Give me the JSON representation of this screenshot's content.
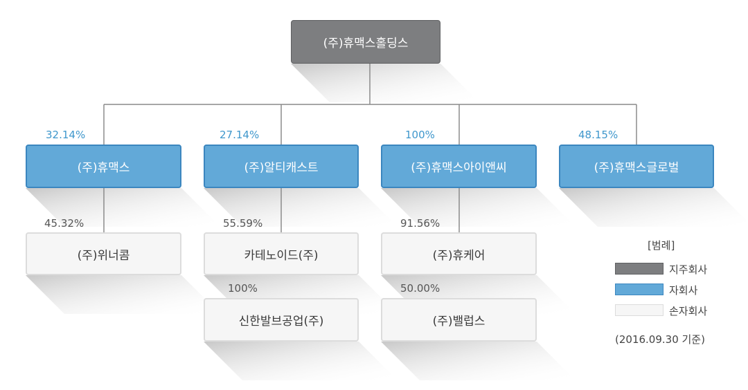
{
  "holding": {
    "label": "(주)휴맥스홀딩스"
  },
  "subsidiaries": [
    {
      "label": "(주)휴맥스",
      "pct": "32.14%"
    },
    {
      "label": "(주)알티캐스트",
      "pct": "27.14%"
    },
    {
      "label": "(주)휴맥스아이앤씨",
      "pct": "100%"
    },
    {
      "label": "(주)휴맥스글로벌",
      "pct": "48.15%"
    }
  ],
  "grandchildren": [
    {
      "label": "(주)위너콤",
      "pct": "45.32%"
    },
    {
      "label": "카테노이드(주)",
      "pct": "55.59%"
    },
    {
      "label": "신한발브공업(주)",
      "pct": "100%"
    },
    {
      "label": "(주)휴케어",
      "pct": "91.56%"
    },
    {
      "label": "(주)밸럽스",
      "pct": "50.00%"
    }
  ],
  "legend": {
    "title": "[범례]",
    "items": [
      {
        "label": "지주회사",
        "color": "#7d7e80"
      },
      {
        "label": "자회사",
        "color": "#62a9d8"
      },
      {
        "label": "손자회사",
        "color": "#f6f6f6"
      }
    ],
    "date": "(2016.09.30 기준)"
  },
  "colors": {
    "holding": "#7d7e80",
    "subsidiary": "#62a9d8",
    "grandchild": "#f6f6f6",
    "percent_blue": "#3f97cc",
    "connector": "#8a8a8a"
  }
}
